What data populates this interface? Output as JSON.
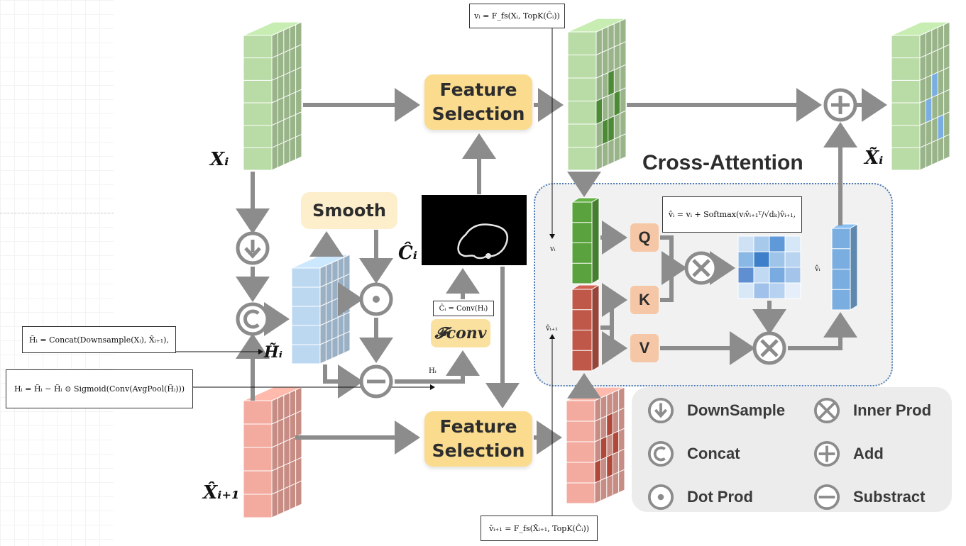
{
  "blocks": {
    "feature_selection_top": [
      "Feature",
      "Selection"
    ],
    "feature_selection_bottom": [
      "Feature",
      "Selection"
    ],
    "smooth": "Smooth",
    "f_conv": "𝓕conv",
    "cross_attention_title": "Cross-Attention",
    "q": "Q",
    "k": "K",
    "v": "V"
  },
  "labels": {
    "x_i": "Xᵢ",
    "x_tilde_i": "X̃ᵢ",
    "x_hat_i1": "X̂ᵢ₊₁",
    "h_tilde_i": "H̃ᵢ",
    "c_hat_i": "Ĉᵢ",
    "h_i": "Hᵢ",
    "v_i": "vᵢ",
    "v_i1": "v̂ᵢ₊₁",
    "v_hat_i": "v̂ᵢ"
  },
  "formulas": {
    "v_i_top": "vᵢ = F_fs(Xᵢ, TopK(Ĉᵢ))",
    "attention": "v̂ᵢ = vᵢ + Softmax(vᵢv̂ᵢ₊₁ᵀ/√dₖ)v̂ᵢ₊₁,",
    "c_hat_conv": "Ĉᵢ = Conv(Hᵢ)",
    "h_tilde_concat": "H̃ᵢ = Concat(Downsample(Xᵢ), X̂ᵢ₊₁),",
    "h_i_def": "Hᵢ = H̃ᵢ − H̃ᵢ ⊙ Sigmoid(Conv(AvgPool(H̃ᵢ)))",
    "v_i1_bottom": "v̂ᵢ₊₁ = F_fs(X̂ᵢ₊₁, TopK(Ĉᵢ))"
  },
  "legend": [
    {
      "icon": "downsample-icon",
      "label": "DownSample"
    },
    {
      "icon": "inner-prod-icon",
      "label": "Inner Prod"
    },
    {
      "icon": "concat-icon",
      "label": "Concat"
    },
    {
      "icon": "add-icon",
      "label": "Add"
    },
    {
      "icon": "dot-prod-icon",
      "label": "Dot Prod"
    },
    {
      "icon": "subtract-icon",
      "label": "Substract"
    }
  ],
  "colors": {
    "green_feature": "#b9dba6",
    "green_dark": "#4c8a35",
    "blue_feature": "#bcd7f0",
    "red_feature": "#f3aba0",
    "red_dark": "#b0483a",
    "vector_green": "#5aa23d",
    "vector_red": "#c0584a",
    "vector_blue": "#7aaee0",
    "arrow": "#8c8c8c",
    "block_yellow": "#fbdc8e"
  }
}
